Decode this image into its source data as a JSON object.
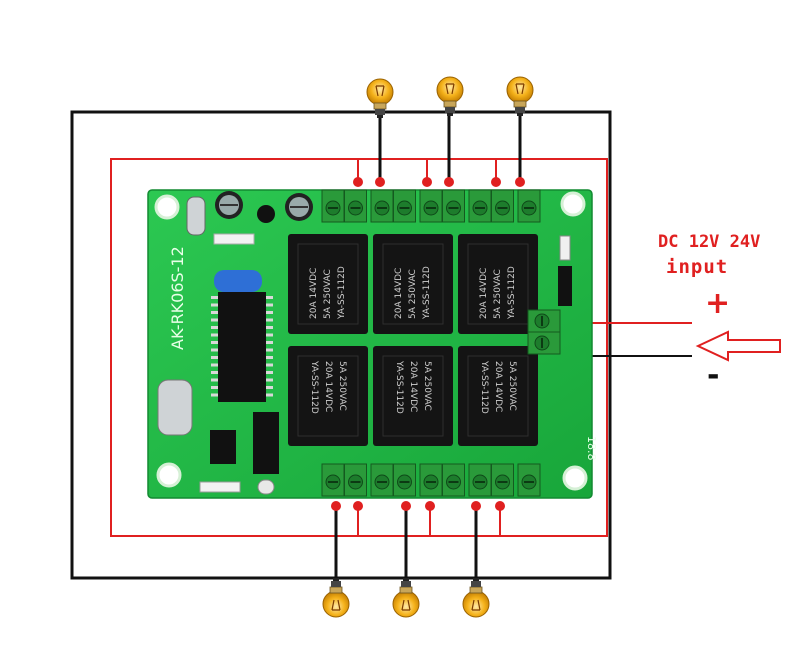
{
  "input_note": {
    "voltage_text": "DC 12V 24V",
    "input_text": "input",
    "plus_sign": "+",
    "minus_sign": "-"
  },
  "board": {
    "model_text": "AK-RK06S-12",
    "relay_text_a": [
      "20A 14VDC",
      "5A 250VAC",
      "YA-SS-112D"
    ],
    "relay_text_b": [
      "5A 250VAC",
      "20A 14VDC",
      "YA-SS-112D"
    ],
    "side_mark": "18.8"
  },
  "colors": {
    "board_green": "#1fb843",
    "live_wire": "#e02020",
    "common_wire": "#111111",
    "bulb_glass": "#f5b21a",
    "terminal_green": "#2a9a3a"
  },
  "icons": [
    "light-bulb-icon",
    "arrow-left-icon",
    "screw-terminal-icon"
  ]
}
